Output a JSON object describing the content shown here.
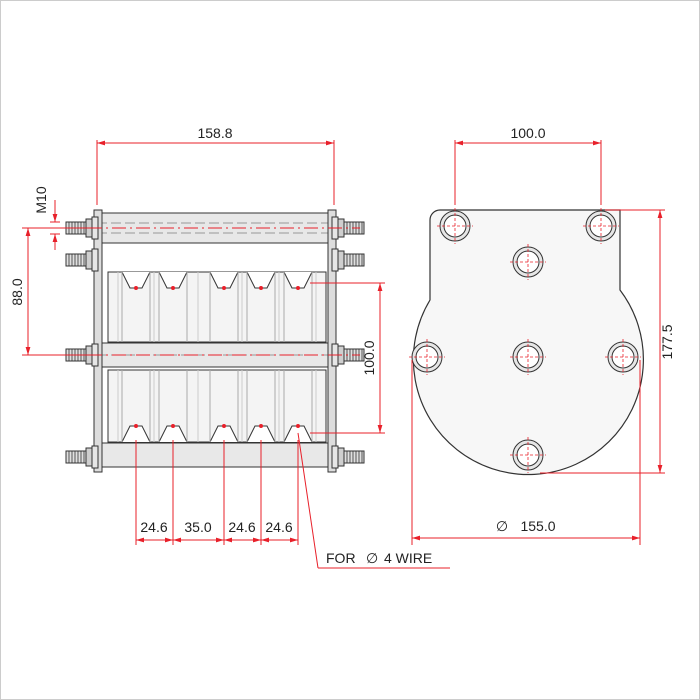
{
  "drawing": {
    "colors": {
      "dimension": "#e8202a",
      "outline": "#333333",
      "fill_light": "#f2f2f2",
      "fill_mid": "#d9d9d9"
    },
    "front_view": {
      "width_dim": "158.8",
      "thread_dim": "M10",
      "height_dim": "88.0",
      "inner_height_dim": "100.0",
      "groove_spacing": [
        "24.6",
        "35.0",
        "24.6",
        "24.6"
      ],
      "wire_note_prefix": "FOR",
      "wire_note_symbol": "∅",
      "wire_note_suffix": "4 WIRE"
    },
    "side_view": {
      "bolt_spacing_dim": "100.0",
      "height_dim": "177.5",
      "diameter_symbol": "∅",
      "diameter_value": "155.0"
    }
  }
}
